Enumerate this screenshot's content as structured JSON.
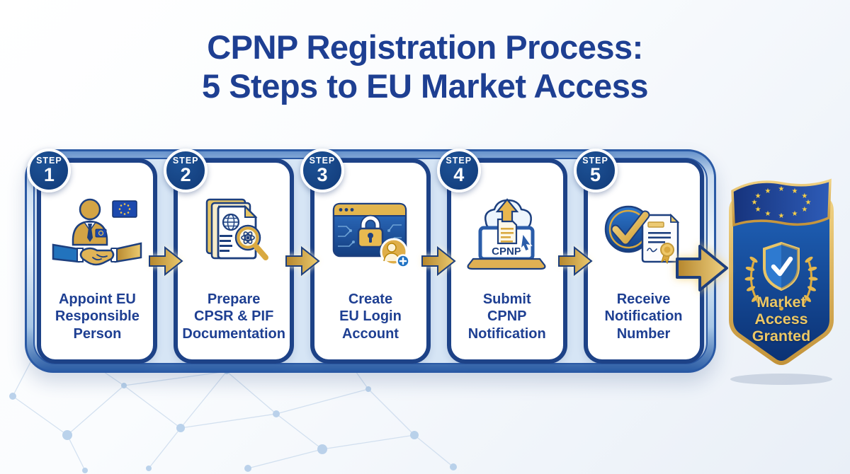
{
  "header": {
    "line1": "CPNP Registration Process:",
    "line2": "5 Steps to EU Market Access"
  },
  "ui": {
    "step_word": "STEP",
    "eu_star_glyph": "★"
  },
  "steps": [
    {
      "number": "1",
      "lines": [
        "Appoint EU",
        "Responsible",
        "Person"
      ],
      "icon": "handshake-eu-icon"
    },
    {
      "number": "2",
      "lines": [
        "Prepare",
        "CPSR & PIF",
        "Documentation"
      ],
      "icon": "documents-magnifier-icon"
    },
    {
      "number": "3",
      "lines": [
        "Create",
        "EU Login",
        "Account"
      ],
      "icon": "secure-login-icon"
    },
    {
      "number": "4",
      "lines": [
        "Submit",
        "CPNP",
        "Notification"
      ],
      "icon": "cloud-upload-laptop-icon",
      "icon_text": "CPNP"
    },
    {
      "number": "5",
      "lines": [
        "Receive",
        "Notification",
        "Number"
      ],
      "icon": "check-certificate-icon"
    }
  ],
  "result_badge": {
    "lines": [
      "Market",
      "Access",
      "Granted"
    ]
  },
  "colors": {
    "title_navy": "#1e3f92",
    "card_border_navy": "#1d4287",
    "step_badge_navy": "#123a78",
    "frame_blue": "#2d5fa8",
    "frame_fill": "#d6e5f5",
    "gold": "#d9a940",
    "gold_light": "#eccb6f",
    "badge_blue": "#0b3173",
    "badge_gold_text": "#ecc764",
    "eu_flag_blue": "#1a3b8d",
    "eu_star_gold": "#f6cf48"
  }
}
